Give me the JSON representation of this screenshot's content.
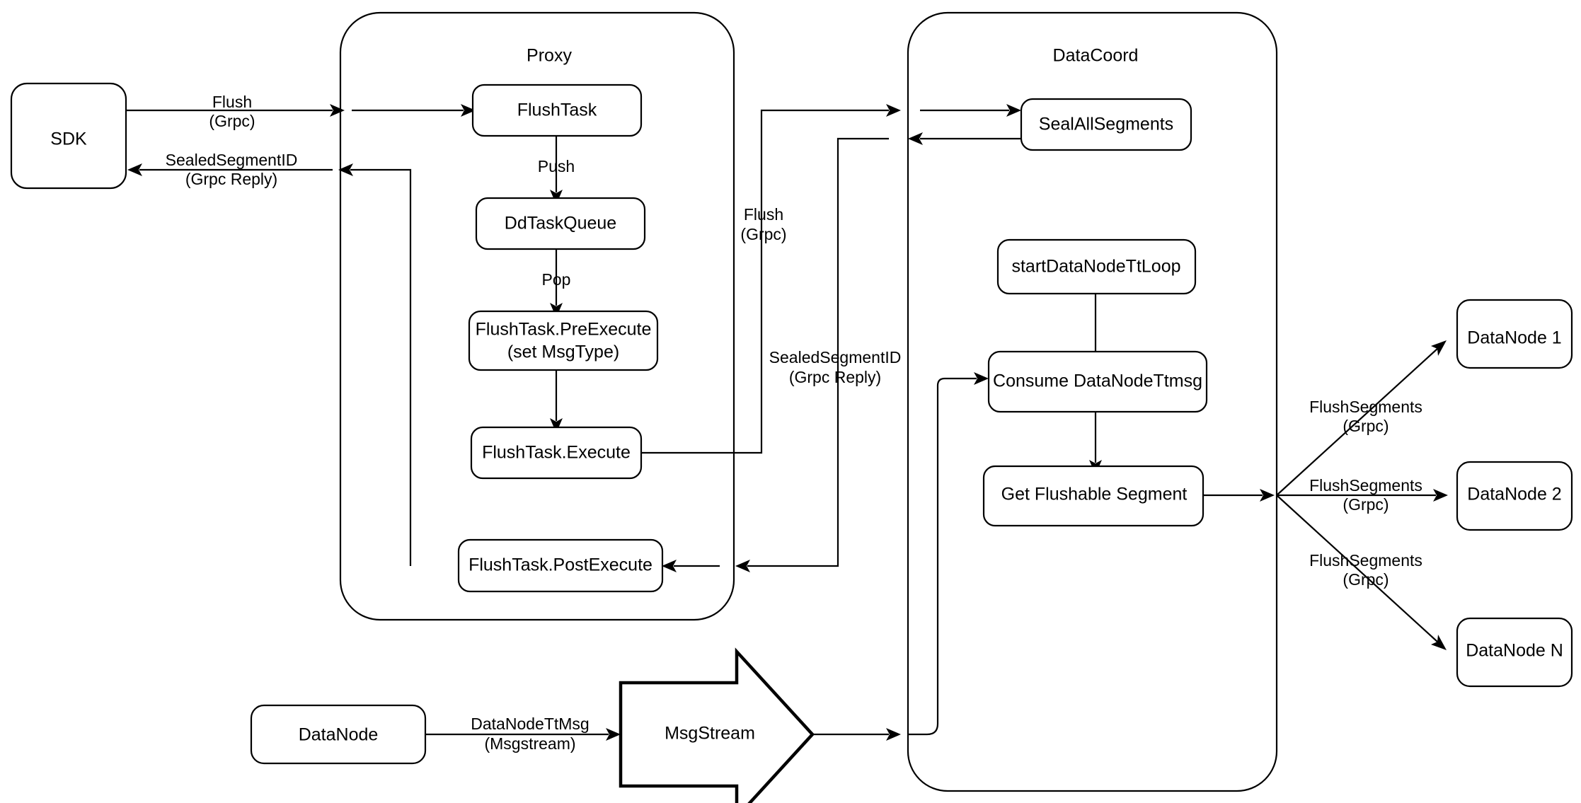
{
  "diagram": {
    "title": "Milvus Flush Sequence Flow",
    "background_color": "#ffffff",
    "stroke_color": "#000000"
  },
  "containers": [
    {
      "id": "proxy",
      "label": "Proxy"
    },
    {
      "id": "datacoord",
      "label": "DataCoord"
    }
  ],
  "nodes": {
    "sdk": {
      "label": "SDK"
    },
    "flush_task": {
      "label": "FlushTask"
    },
    "dd_task_queue": {
      "label": "DdTaskQueue"
    },
    "pre_execute_l1": {
      "label": "FlushTask.PreExecute"
    },
    "pre_execute_l2": {
      "label": "(set MsgType)"
    },
    "execute": {
      "label": "FlushTask.Execute"
    },
    "post_execute": {
      "label": "FlushTask.PostExecute"
    },
    "seal_all_segments": {
      "label": "SealAllSegments"
    },
    "start_datanode_ttloop": {
      "label": "startDataNodeTtLoop"
    },
    "consume_datanode_ttmsg": {
      "label": "Consume DataNodeTtmsg"
    },
    "get_flushable_segment": {
      "label": "Get Flushable Segment"
    },
    "datanode_1": {
      "label": "DataNode 1"
    },
    "datanode_2": {
      "label": "DataNode 2"
    },
    "datanode_n": {
      "label": "DataNode N"
    },
    "datanode_bottom": {
      "label": "DataNode"
    },
    "msgstream": {
      "label": "MsgStream"
    }
  },
  "edge_labels": {
    "sdk_to_proxy_l1": "Flush",
    "sdk_to_proxy_l2": "(Grpc)",
    "proxy_to_sdk_l1": "SealedSegmentID",
    "proxy_to_sdk_l2": "(Grpc Reply)",
    "push": "Push",
    "pop": "Pop",
    "proxy_to_datacoord_l1": "Flush",
    "proxy_to_datacoord_l2": "(Grpc)",
    "datacoord_to_proxy_l1": "SealedSegmentID",
    "datacoord_to_proxy_l2": "(Grpc Reply)",
    "flush_segments_1_l1": "FlushSegments",
    "flush_segments_1_l2": "(Grpc)",
    "flush_segments_2_l1": "FlushSegments",
    "flush_segments_2_l2": "(Grpc)",
    "flush_segments_n_l1": "FlushSegments",
    "flush_segments_n_l2": "(Grpc)",
    "datanode_ttmsg_l1": "DataNodeTtMsg",
    "datanode_ttmsg_l2": "(Msgstream)"
  }
}
